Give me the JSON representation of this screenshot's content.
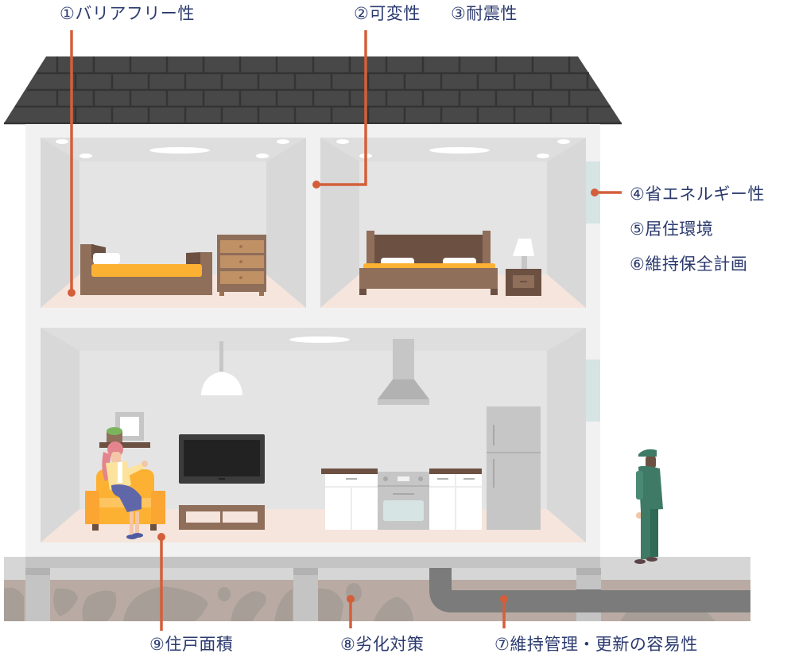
{
  "diagram": {
    "title": "住宅性能表示 9項目",
    "accent_color": "#d35f3a",
    "text_color": "#2b3a6e"
  },
  "labels": {
    "barrier_free": {
      "num": "①",
      "text": "バリアフリー性"
    },
    "variability": {
      "num": "②",
      "text": "可変性"
    },
    "earthquake": {
      "num": "③",
      "text": "耐震性"
    },
    "energy": {
      "num": "④",
      "text": "省エネルギー性"
    },
    "living_env": {
      "num": "⑤",
      "text": "居住環境"
    },
    "maintenance_plan": {
      "num": "⑥",
      "text": "維持保全計画"
    },
    "ease_maintenance": {
      "num": "⑦",
      "text": "維持管理・更新の容易性"
    },
    "deterioration": {
      "num": "⑧",
      "text": "劣化対策"
    },
    "floor_area": {
      "num": "⑨",
      "text": "住戸面積"
    }
  },
  "rooms": [
    {
      "name": "bedroom-left",
      "items": [
        "single-bed",
        "chest-of-drawers"
      ]
    },
    {
      "name": "bedroom-right",
      "items": [
        "double-bed",
        "nightstand",
        "lamp"
      ]
    },
    {
      "name": "living-kitchen",
      "items": [
        "armchair",
        "woman",
        "shelf",
        "picture-frame",
        "plant",
        "pendant-lamp",
        "tv",
        "tv-stand",
        "range-hood",
        "kitchen-counter",
        "oven",
        "refrigerator"
      ]
    }
  ],
  "exterior": {
    "items": [
      "roof",
      "windows",
      "foundation",
      "pipe",
      "worker"
    ]
  }
}
